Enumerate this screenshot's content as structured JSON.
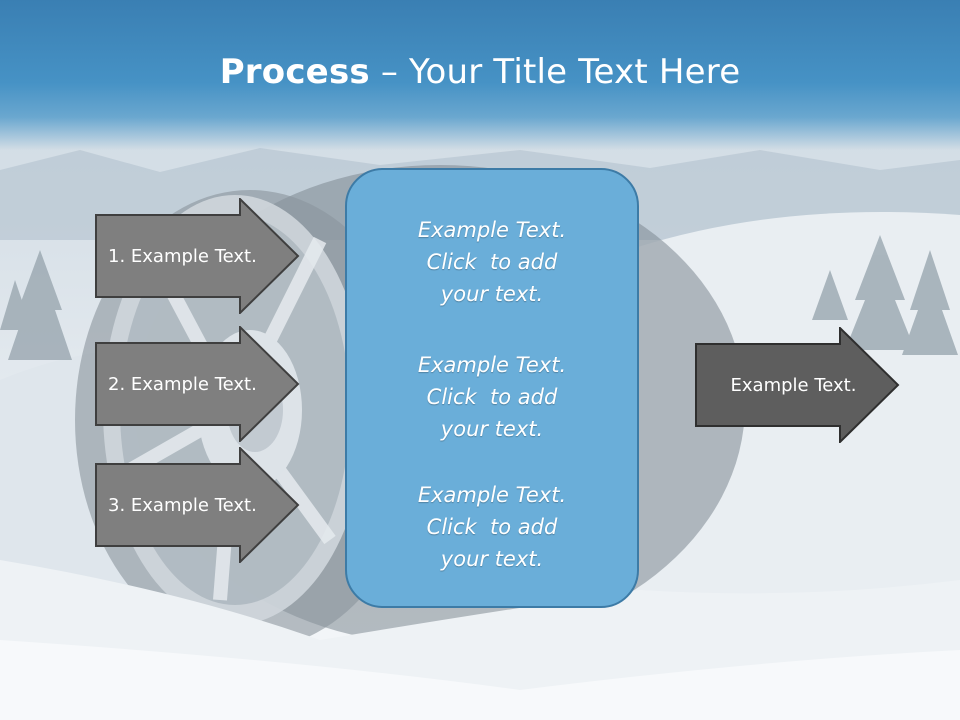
{
  "title": {
    "bold": "Process",
    "rest": " – Your Title Text Here"
  },
  "left_arrows": [
    {
      "label": "1. Example Text."
    },
    {
      "label": "2. Example Text."
    },
    {
      "label": "3. Example Text."
    }
  ],
  "center_box": {
    "blocks": [
      {
        "lines": [
          "Example Text.",
          "Click  to add",
          "your text."
        ]
      },
      {
        "lines": [
          "Example Text.",
          "Click  to add",
          "your text."
        ]
      },
      {
        "lines": [
          "Example Text.",
          "Click  to add",
          "your text."
        ]
      }
    ]
  },
  "right_arrow": {
    "label": "Example Text."
  },
  "colors": {
    "header": "#4692c5",
    "arrow_fill": "#7f7f7f",
    "arrow_dark": "#5e5e5e",
    "box_fill": "#6aaed9",
    "box_border": "#3d7ba6"
  }
}
